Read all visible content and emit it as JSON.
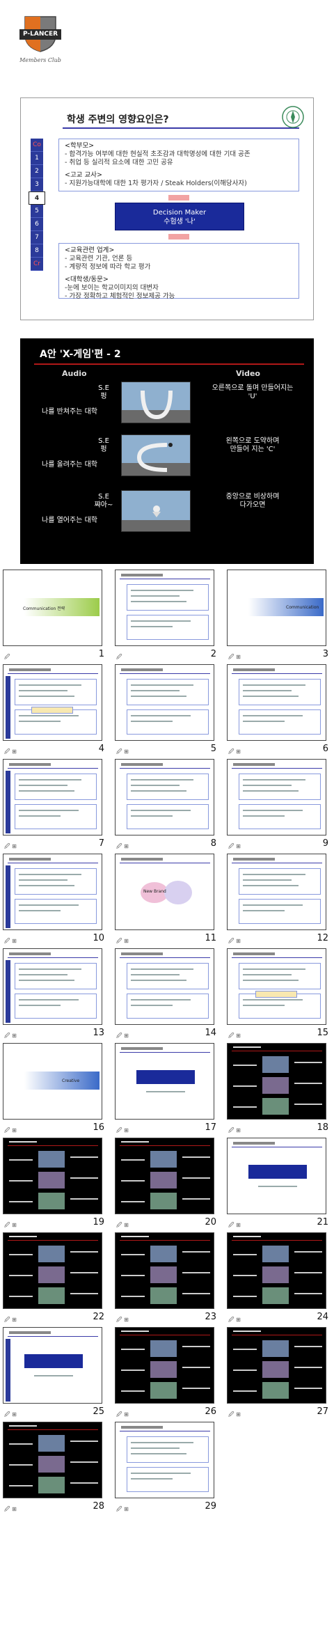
{
  "logo": {
    "brand": "P-LANCER",
    "club": "Members Club"
  },
  "slide1": {
    "title": "학생 주변의 영향요인은?",
    "side_items": [
      "Co",
      "1",
      "2",
      "3",
      "4",
      "5",
      "6",
      "7",
      "8",
      "Cr"
    ],
    "box_top": {
      "h1": "<학부모>",
      "l1": "- 합격가능 여부에 대한 현실적 초조감과 대학명성에 대한 기대 공존",
      "l2": "- 취업 등 실리적 요소에 대한 고민 공유",
      "h2": "<고교 교사>",
      "l3": "- 지원가능대학에 대한 1차 평가자 / Steak Holders(이해당사자)"
    },
    "decision_line1": "Decision  Maker",
    "decision_line2": "수험생 '나'",
    "box_bottom": {
      "h1": "<교육관련 업계>",
      "l1": "- 교육관련 기관, 언론 등",
      "l2": "- 계량적 정보에 따라 학교 평가",
      "h2": "<대학생/동문>",
      "l3": "-눈에 보이는 학교이미지의 대변자",
      "l4": "- 가장 정확하고 체험적인 정보제공 가능"
    }
  },
  "slide2": {
    "title": "A안 'X-게임'편 - 2",
    "audio_header": "Audio",
    "video_header": "Video",
    "rows": [
      {
        "sfx": "S.E\n펑",
        "audio": "나를 반쳐주는 대학",
        "video": "오른쪽으로 돌며 만들어지는\n'U'"
      },
      {
        "sfx": "S.E\n펑",
        "audio": "나를 올려주는 대학",
        "video": "왼쪽으로 도약하며\n만들어 지는 'C'"
      },
      {
        "sfx": "S.E\n쨔아~",
        "audio": "나를 열어주는 대학",
        "video": "중앙으로 비상하며\n다가오면"
      }
    ]
  },
  "thumbnails": [
    {
      "num": "1",
      "caption": "🖉",
      "word": "Communication 전략"
    },
    {
      "num": "2",
      "caption": "🖉"
    },
    {
      "num": "3",
      "caption": "🖉 ⊞",
      "word": "Communication"
    },
    {
      "num": "4",
      "caption": "🖉 ⊞"
    },
    {
      "num": "5",
      "caption": "🖉 ⊞"
    },
    {
      "num": "6",
      "caption": "🖉 ⊞"
    },
    {
      "num": "7",
      "caption": "🖉 ⊞"
    },
    {
      "num": "8",
      "caption": "🖉 ⊞"
    },
    {
      "num": "9",
      "caption": "🖉 ⊞"
    },
    {
      "num": "10",
      "caption": "🖉 ⊞"
    },
    {
      "num": "11",
      "caption": "🖉 ⊞",
      "word": "New Brand"
    },
    {
      "num": "12",
      "caption": "🖉 ⊞"
    },
    {
      "num": "13",
      "caption": "🖉 ⊞"
    },
    {
      "num": "14",
      "caption": "🖉 ⊞"
    },
    {
      "num": "15",
      "caption": "🖉 ⊞"
    },
    {
      "num": "16",
      "caption": "🖉 ⊞",
      "word": "Creative"
    },
    {
      "num": "17",
      "caption": "🖉 ⊞"
    },
    {
      "num": "18",
      "caption": "🖉 ⊞"
    },
    {
      "num": "19",
      "caption": "🖉 ⊞"
    },
    {
      "num": "20",
      "caption": "🖉 ⊞"
    },
    {
      "num": "21",
      "caption": "🖉 ⊞"
    },
    {
      "num": "22",
      "caption": "🖉 ⊞"
    },
    {
      "num": "23",
      "caption": "🖉 ⊞"
    },
    {
      "num": "24",
      "caption": "🖉 ⊞"
    },
    {
      "num": "25",
      "caption": "🖉 ⊞"
    },
    {
      "num": "26",
      "caption": "🖉 ⊞"
    },
    {
      "num": "27",
      "caption": "🖉 ⊞"
    },
    {
      "num": "28",
      "caption": "🖉 ⊞"
    },
    {
      "num": "29",
      "caption": "🖉 ⊞"
    }
  ],
  "colors": {
    "navy": "#1a2a9a",
    "accent_red": "#b01818",
    "side_blue": "#2b3a9a"
  }
}
